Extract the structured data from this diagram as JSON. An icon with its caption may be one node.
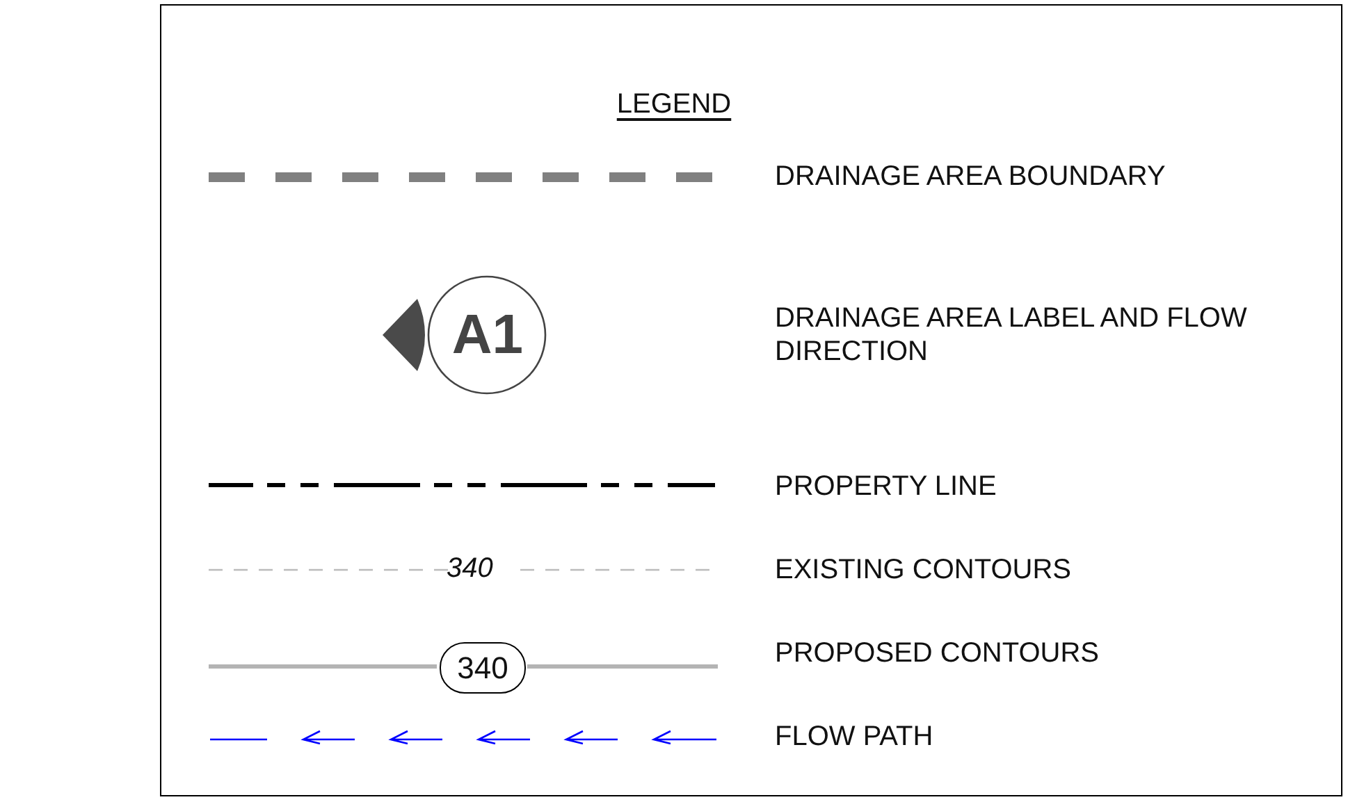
{
  "diagram": {
    "title": "LEGEND",
    "nodes": [
      {
        "text": [
          "A1"
        ]
      },
      {
        "text": [
          "340"
        ]
      }
    ],
    "labels": [
      "340"
    ],
    "legend": [
      {
        "text": "DRAINAGE AREA BOUNDARY"
      },
      {
        "text": "DRAINAGE AREA LABEL AND FLOW DIRECTION"
      },
      {
        "text": "PROPERTY LINE"
      },
      {
        "text": "EXISTING CONTOURS"
      },
      {
        "text": "PROPOSED CONTOURS"
      },
      {
        "text": "FLOW PATH"
      }
    ]
  }
}
